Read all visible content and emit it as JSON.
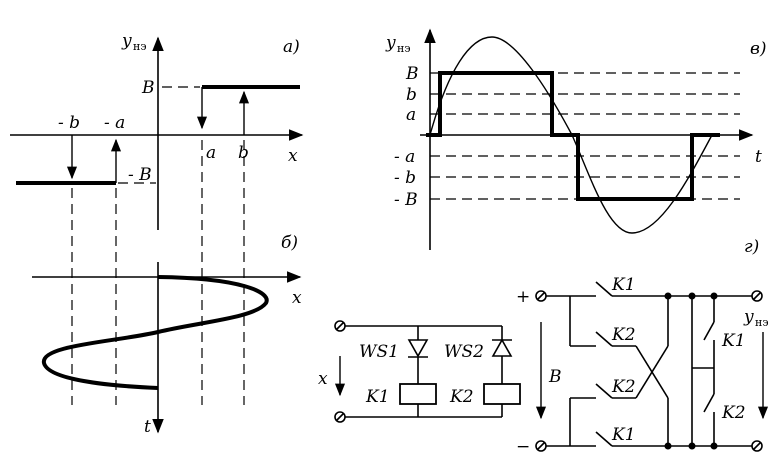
{
  "panels": {
    "a": {
      "tag": "а)",
      "y_axis": "y",
      "y_sub": "нэ",
      "x_axis": "x",
      "level_pos": "B",
      "level_neg": "- B",
      "tick_a": "a",
      "tick_b": "b",
      "tick_neg_a": "- a",
      "tick_neg_b": "- b"
    },
    "b": {
      "tag": "б)",
      "x_axis": "x",
      "t_axis": "t"
    },
    "v": {
      "tag": "в)",
      "y_axis": "y",
      "y_sub": "нэ",
      "t_axis": "t",
      "levels": [
        "B",
        "b",
        "a",
        "- a",
        "- b",
        "- B"
      ]
    },
    "g": {
      "tag": "г)",
      "input_label": "x",
      "diode1": "WS1",
      "diode2": "WS2",
      "relay1": "K1",
      "relay2": "K2",
      "plus": "+",
      "minus": "−",
      "supply": "B",
      "contact_k1_top": "K1",
      "contact_k2_upper": "K2",
      "contact_k2_lower": "K2",
      "contact_k1_bottom": "K1",
      "contact_k1_right": "K1",
      "contact_k2_right": "K2",
      "output_y": "y",
      "output_sub": "нэ"
    }
  }
}
